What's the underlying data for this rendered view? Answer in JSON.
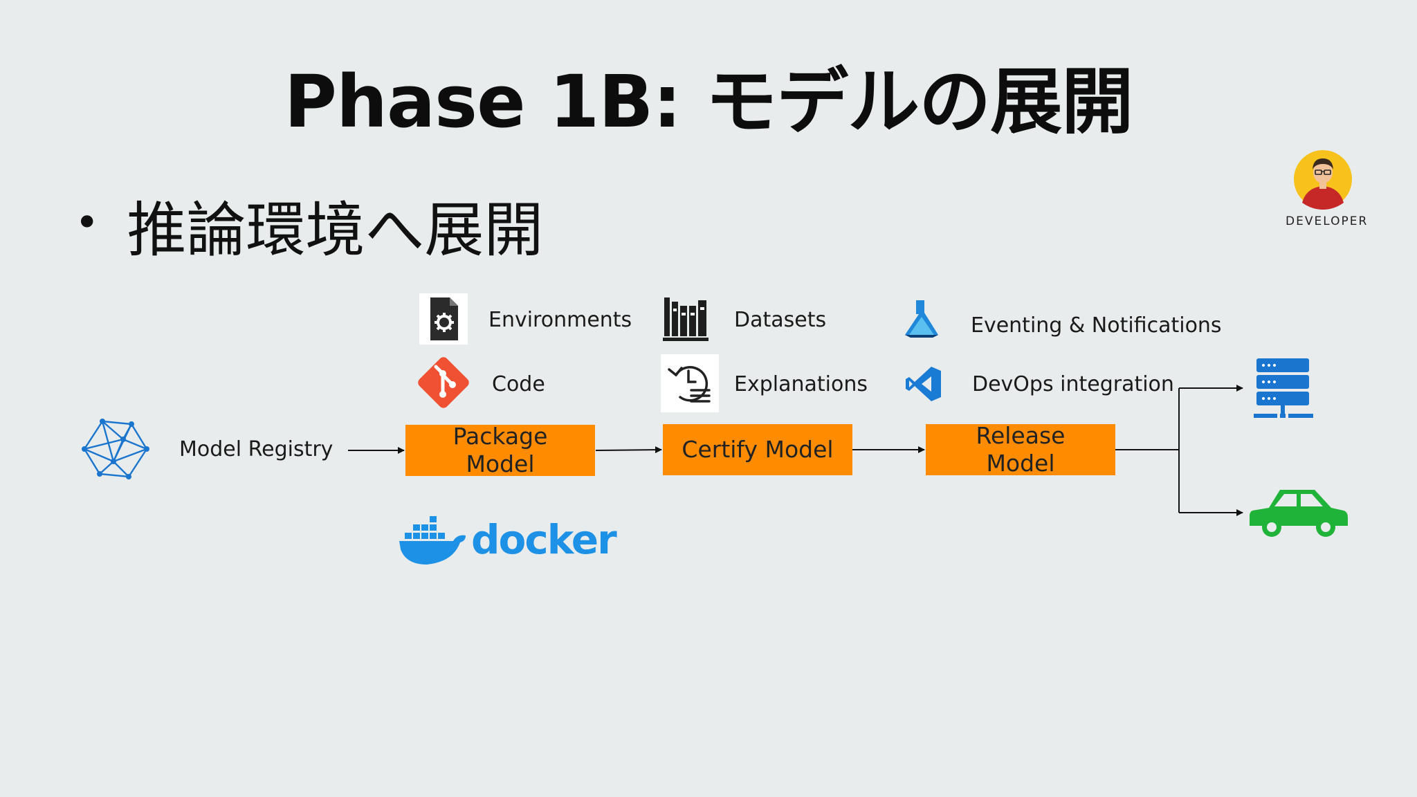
{
  "title": "Phase 1B: モデルの展開",
  "bullet": "推論環境へ展開",
  "developer_label": "DEVELOPER",
  "model_registry": {
    "label": "Model Registry",
    "icon": "network-mesh-icon"
  },
  "assets": [
    {
      "label": "Environments",
      "icon": "document-gear-icon"
    },
    {
      "label": "Code",
      "icon": "git-icon"
    },
    {
      "label": "Datasets",
      "icon": "books-icon"
    },
    {
      "label": "Explanations",
      "icon": "history-list-icon"
    },
    {
      "label": "Eventing & Notifications",
      "icon": "azure-ml-flask-icon"
    },
    {
      "label": "DevOps integration",
      "icon": "vscode-icon"
    }
  ],
  "steps": {
    "package_line1": "Package",
    "package_line2": "Model",
    "certify": "Certify Model",
    "release_line1": "Release",
    "release_line2": "Model"
  },
  "docker_label": "docker",
  "targets": [
    {
      "icon": "server-icon"
    },
    {
      "icon": "car-icon"
    }
  ],
  "colors": {
    "step_fill": "#ff8c00",
    "server_blue": "#1a75cf",
    "car_green": "#1fb33a",
    "docker_blue": "#1d91e6",
    "background": "#e9ecec"
  }
}
